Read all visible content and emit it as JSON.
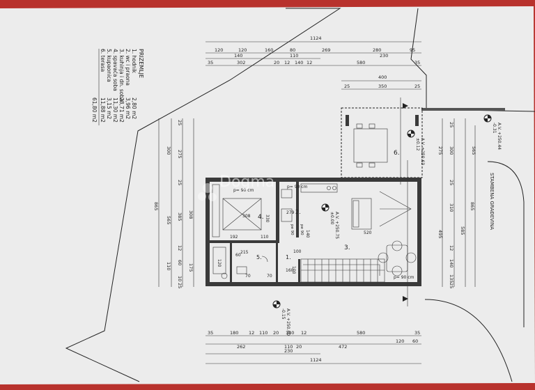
{
  "legend": {
    "title": "PRIZEMLJE",
    "items": [
      {
        "label": "1. hodnik",
        "area": "2,80 m2"
      },
      {
        "label": "2. wc i praona",
        "area": "3,96 m2"
      },
      {
        "label": "3. kuhinja i dn. soba",
        "area": "28,71 m2"
      },
      {
        "label": "4. spavaća soba",
        "area": "11,30 m2"
      },
      {
        "label": "5. kupaonica",
        "area": "3,15 m2"
      },
      {
        "label": "6. terasa",
        "area": "11,88 m2"
      }
    ],
    "total": "61,80 m2"
  },
  "dims_top": {
    "overall": "1124",
    "row1": [
      "120",
      "120",
      "160",
      "80",
      "269",
      "280",
      "95"
    ],
    "row2": [
      "140",
      "110",
      "230"
    ],
    "row3": [
      "35",
      "302",
      "20",
      "12",
      "140",
      "12",
      "580",
      "35"
    ],
    "terrace_a": "400",
    "terrace_b": [
      "25",
      "350",
      "25"
    ]
  },
  "dims_bottom": {
    "row1": [
      "35",
      "180",
      "12",
      "110",
      "20",
      "140",
      "12",
      "580",
      "35"
    ],
    "row2": [
      "262",
      "110",
      "20",
      "472",
      "120",
      "60"
    ],
    "row3": [
      "230"
    ],
    "overall": "1124"
  },
  "dims_left": {
    "outer": "865",
    "col1": [
      "300",
      "565"
    ],
    "col2": [
      "25",
      "275",
      "25",
      "385",
      "12",
      "60",
      "10",
      "25"
    ],
    "col3": [
      "308",
      "175",
      "110"
    ]
  },
  "dims_right": {
    "outer": "865",
    "col1": [
      "300",
      "565"
    ],
    "col2": [
      "25",
      "275",
      "25",
      "310",
      "12",
      "140",
      "135",
      "25"
    ],
    "col3": [
      "495",
      "585"
    ]
  },
  "room_labels": {
    "r1": "1.",
    "r2": "2.",
    "r3": "3.",
    "r4": "4.",
    "r5": "5.",
    "r6": "6."
  },
  "room_dims": {
    "r4_w": "308",
    "r4_b": "192",
    "r4_h": "330",
    "r4_b2": "110",
    "r2_w": "279",
    "r2_h": "140",
    "r3_w": "520",
    "r5_a": "120",
    "r5_b": "215",
    "r1_a": "100",
    "r1_b": "160"
  },
  "openings": {
    "p1": "p= 90 cm",
    "p2": "p= 90 cm",
    "p3": "p= 90 cm",
    "pe": "pe 90",
    "pe2": "pe 90",
    "sill_a": "60",
    "sill_b": "70",
    "sill_c": "70",
    "sill_d": "100"
  },
  "levels": {
    "l1": "±0.12",
    "l1b": "A.V. +250.63",
    "l2": "±0.00",
    "l2b": "A.V. +250.75",
    "l3": "-0.31",
    "l3b": "A.V. +250.44",
    "l4": "-0.15",
    "l4b": "A.V. +250.60"
  },
  "street": "STAMBENA GRAĐEVINA",
  "watermark": "Dogma"
}
